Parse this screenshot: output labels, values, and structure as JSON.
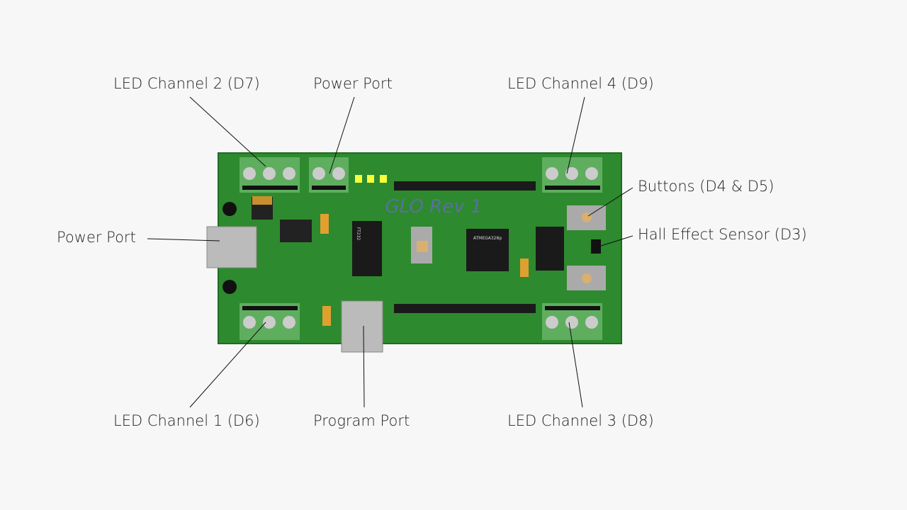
{
  "labels": {
    "led_ch2": "LED Channel 2 (D7)",
    "power_port_top": "Power Port",
    "led_ch4": "LED Channel 4 (D9)",
    "buttons": "Buttons (D4 & D5)",
    "hall_sensor": "Hall Effect Sensor (D3)",
    "power_port_left": "Power Port",
    "led_ch1": "LED Channel 1 (D6)",
    "program_port": "Program Port",
    "led_ch3": "LED Channel 3 (D8)"
  },
  "board": {
    "silkscreen": "GLO Rev 1",
    "mcu": "ATMEGA328p",
    "usb_chip": "FT232"
  },
  "colors": {
    "pcb": "#2e8a2e",
    "terminal": "#5fae5f",
    "led": "#f4ff3a",
    "silk": "#5a6fa0"
  }
}
